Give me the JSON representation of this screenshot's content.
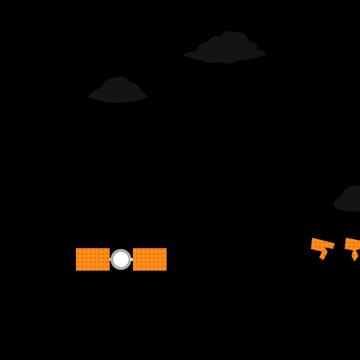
{
  "scene": {
    "background_color": "#000000",
    "cloud_color": "#141414",
    "panel_color": "#ff8c1a",
    "panel_dot_color": "#c05a00",
    "core_color": "#ffffff",
    "core_ring_color": "#9a9a9a"
  },
  "sprites": {
    "player": "satellite-sprite",
    "obstacles": [
      "solar-panel-debris",
      "solar-panel-debris"
    ],
    "clouds": [
      "cloud",
      "cloud",
      "cloud"
    ]
  }
}
